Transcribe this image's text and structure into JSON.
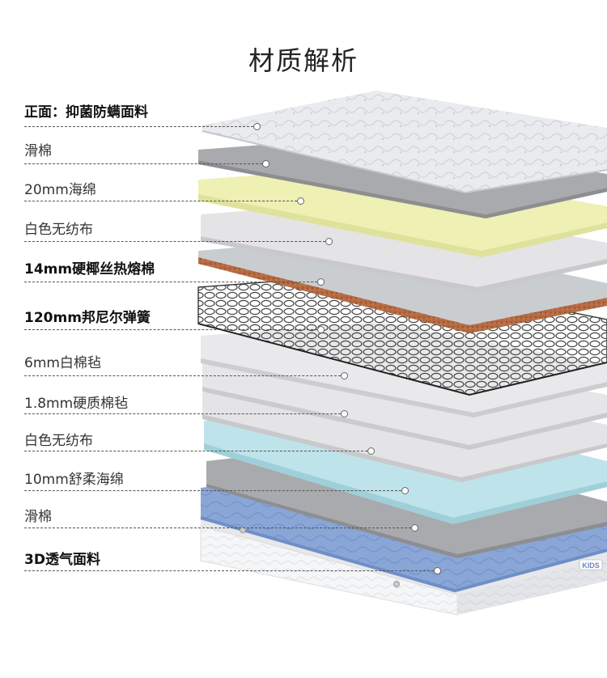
{
  "title": "材质解析",
  "layers": [
    {
      "label": "正面：抑菌防螨面料",
      "bold": true,
      "material": "quilted-fabric"
    },
    {
      "label": "滑棉",
      "bold": false,
      "material": "gray-sheet"
    },
    {
      "label": "20mm海绵",
      "bold": false,
      "material": "yellow-foam"
    },
    {
      "label": "白色无纺布",
      "bold": false,
      "material": "white-sheet"
    },
    {
      "label": "14mm硬椰丝热熔棉",
      "bold": true,
      "material": "coir-fiber"
    },
    {
      "label": "120mm邦尼尔弹簧",
      "bold": true,
      "material": "spring-grid"
    },
    {
      "label": "6mm白棉毡",
      "bold": false,
      "material": "white-felt"
    },
    {
      "label": "1.8mm硬质棉毡",
      "bold": false,
      "material": "white-felt"
    },
    {
      "label": "白色无纺布",
      "bold": false,
      "material": "white-sheet"
    },
    {
      "label": "10mm舒柔海绵",
      "bold": false,
      "material": "blue-foam"
    },
    {
      "label": "滑棉",
      "bold": false,
      "material": "gray-sheet"
    },
    {
      "label": "3D透气面料",
      "bold": true,
      "material": "blue-quilted-base"
    }
  ],
  "base_badge": "KIDS",
  "colors": {
    "quilted": "#e9ebee",
    "gray_sheet": "#a9aaad",
    "yellow_foam": "#eef0b4",
    "white_sheet": "#e4e4e6",
    "coir": "#b56a42",
    "spring": "#555555",
    "blue_foam": "#bfe3ea",
    "blue_base": "#7f9ccf"
  }
}
